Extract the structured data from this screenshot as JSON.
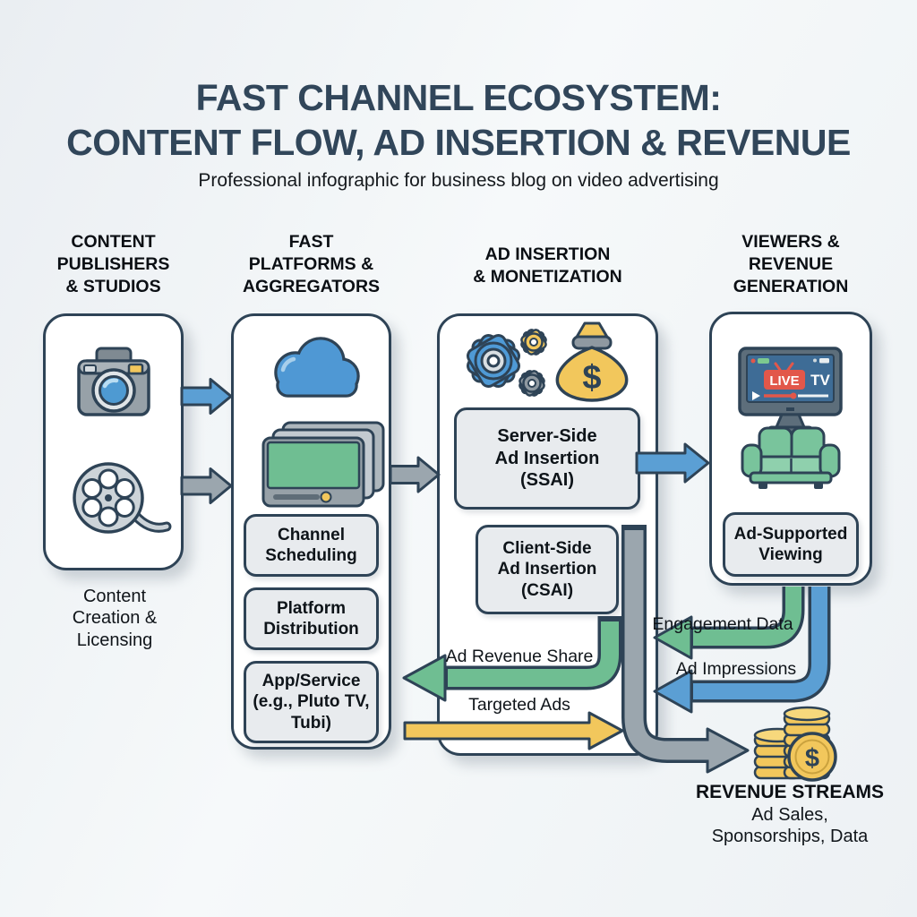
{
  "header": {
    "title_line1": "FAST CHANNEL ECOSYSTEM:",
    "title_line2": "CONTENT FLOW, AD INSERTION & REVENUE",
    "subtitle": "Professional infographic for business blog on video advertising"
  },
  "columns": [
    {
      "id": "content-publishers",
      "header": "CONTENT\nPUBLISHERS\n& STUDIOS",
      "icons": [
        "camera-icon",
        "film-reel-icon"
      ],
      "caption": "Content\nCreation &\nLicensing"
    },
    {
      "id": "fast-platforms",
      "header": "FAST\nPLATFORMS &\nAGGREGATORS",
      "icons": [
        "cloud-icon",
        "screens-icon"
      ],
      "boxes": [
        "Channel\nScheduling",
        "Platform\nDistribution",
        "App/Service\n(e.g., Pluto TV,\nTubi)"
      ]
    },
    {
      "id": "ad-insertion",
      "header": "AD INSERTION\n& MONETIZATION",
      "icons": [
        "gears-icon",
        "money-bag-icon"
      ],
      "boxes": [
        "Server-Side\nAd Insertion\n(SSAI)",
        "Client-Side\nAd Insertion\n(CSAI)"
      ]
    },
    {
      "id": "viewers",
      "header": "VIEWERS &\nREVENUE\nGENERATION",
      "icons": [
        "tv-icon",
        "couch-icon"
      ],
      "boxes": [
        "Ad-Supported\nViewing"
      ]
    }
  ],
  "flow_labels": {
    "ad_revenue_share": "Ad Revenue Share",
    "targeted_ads": "Targeted Ads",
    "engagement_data": "Engagement Data",
    "ad_impressions": "Ad Impressions"
  },
  "revenue_streams": {
    "title": "REVENUE STREAMS",
    "details": "Ad Sales,\nSponsorships, Data"
  },
  "tv_screen": {
    "live_badge": "LIVE",
    "tv_label": "TV"
  },
  "symbols": {
    "money_bag": "$",
    "coin": "$"
  },
  "colors": {
    "outline": "#2e4356",
    "title": "#31465a",
    "arrow_blue": "#5b9fd4",
    "arrow_gray": "#9ba6ae",
    "arrow_green": "#6fbe92",
    "arrow_yellow": "#f2c75c",
    "box_fill": "#e8ebee",
    "gold": "#f2c75c",
    "red": "#e2574a"
  }
}
